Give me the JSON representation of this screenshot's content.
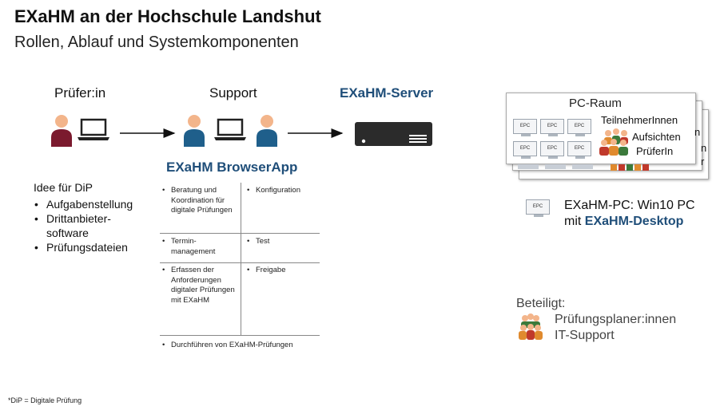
{
  "title": "EXaHM an der Hochschule Landshut",
  "subtitle": "Rollen, Ablauf und Systemkomponenten",
  "roles": {
    "pruefer": "Prüfer:in",
    "support": "Support",
    "server": "EXaHM-Server"
  },
  "browser_app": {
    "title": "EXaHM BrowserApp",
    "cells": {
      "r1_left": "Beratung und Koordination für digitale Prüfungen",
      "r1_right": "Konfiguration",
      "r2_left": "Termin-management",
      "r2_right": "Test",
      "r3_left": "Erfassen der Anforderungen digitaler Prüfungen mit EXaHM",
      "r3_right": "Freigabe",
      "r4": "Durchführen von EXaHM-Prüfungen"
    }
  },
  "idea": {
    "heading": "Idee für DiP",
    "items": [
      "Aufgabenstellung",
      "Drittanbieter-software",
      "Prüfungsdateien"
    ]
  },
  "pc_room": {
    "title": "PC-Raum",
    "participants": "TeilnehmerInnen",
    "supervisors": "Aufsichten",
    "examiner": "PrüferIn",
    "stack_edge_letters": [
      "n",
      "n",
      "r"
    ],
    "epc_label": "EPC"
  },
  "epc_legend": {
    "line1": "EXaHM-PC:  Win10 PC",
    "line2_prefix": "mit ",
    "line2_bold": "EXaHM-Desktop"
  },
  "involved": {
    "title": "Beteiligt:",
    "items": [
      "Prüfungsplaner:innen",
      "IT-Support"
    ]
  },
  "footnote": "*DiP = Digitale Prüfung",
  "colors": {
    "accent_blue": "#1f4e79",
    "person_dark_red": "#7b1a2e",
    "person_blue": "#1f5f8b",
    "skin": "#f3b58b",
    "server_dark": "#2b2b2b"
  }
}
